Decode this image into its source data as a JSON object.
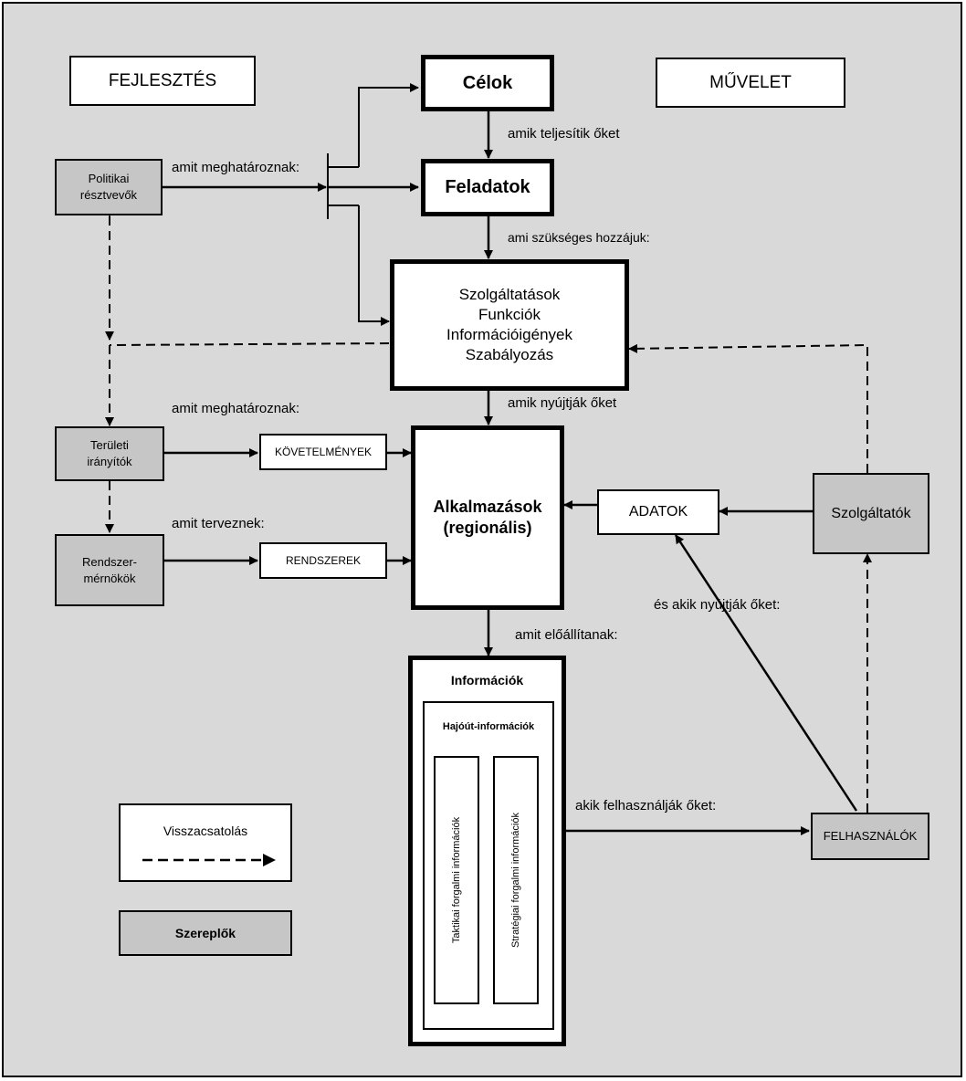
{
  "headers": {
    "development": "FEJLESZTÉS",
    "operation": "MŰVELET"
  },
  "nodes": {
    "goals": "Célok",
    "tasks": "Feladatok",
    "services": [
      "Szolgáltatások",
      "Funkciók",
      "Információigények",
      "Szabályozás"
    ],
    "applications": [
      "Alkalmazások",
      "(regionális)"
    ],
    "information": "Információk",
    "voyage_information": "Hajóút-információk",
    "tactical_traffic_info": "Taktikai forgalmi információk",
    "strategic_traffic_info": "Stratégiai forgalmi információk",
    "requirements": "KÖVETELMÉNYEK",
    "systems": "RENDSZEREK",
    "data": "ADATOK"
  },
  "actors": {
    "political": [
      "Politikai",
      "résztvevők"
    ],
    "regional_managers": [
      "Területi",
      "irányítók"
    ],
    "system_engineers": [
      "Rendszer-",
      "mérnökök"
    ],
    "service_providers": "Szolgáltatók",
    "users": "FELHASZNÁLÓK"
  },
  "edge_labels": {
    "define_1": "amit meghatároznak:",
    "fulfil": "amik teljesítik őket",
    "needed": "ami szükséges hozzájuk:",
    "provide": "amik nyújtják őket",
    "define_2": "amit meghatároznak:",
    "design": "amit terveznek:",
    "produce": "amit előállítanak:",
    "and_provide": "és akik nyújtják őket:",
    "use": "akik felhasználják őket:"
  },
  "legend": {
    "feedback": "Visszacsatolás",
    "actors": "Szereplők"
  }
}
